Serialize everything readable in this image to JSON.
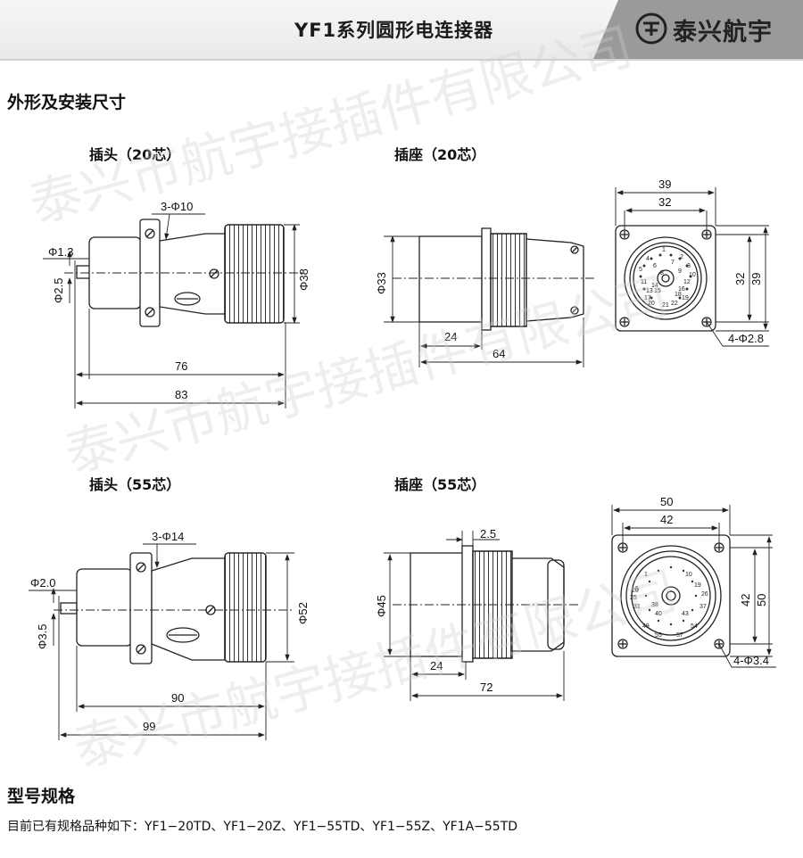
{
  "header": {
    "title": "YF1系列圆形电连接器",
    "brand": "泰兴航宇"
  },
  "sections": {
    "dimensions_title": "外形及安装尺寸",
    "model_title": "型号规格"
  },
  "views": {
    "plug20_label": "插头（20芯）",
    "socket20_label": "插座（20芯）",
    "plug55_label": "插头（55芯）",
    "socket55_label": "插座（55芯）"
  },
  "dims": {
    "plug20": {
      "cable_dia": "Φ1.3",
      "pin_dia": "Φ2.5",
      "screws": "3-Φ10",
      "body_dia": "Φ38",
      "len_inner": "76",
      "len_total": "83"
    },
    "socket20": {
      "body_dia": "Φ33",
      "flange": "24",
      "len_total": "64"
    },
    "flange20": {
      "outer": "39",
      "inner": "32",
      "holes": "4-Φ2.8",
      "v_inner": "32",
      "v_outer": "39"
    },
    "plug55": {
      "cable_dia": "Φ2.0",
      "pin_dia": "Φ3.5",
      "screws": "3-Φ14",
      "body_dia": "Φ52",
      "len_inner": "90",
      "len_total": "99"
    },
    "socket55": {
      "body_dia": "Φ45",
      "gap": "2.5",
      "flange": "24",
      "len_total": "72"
    },
    "flange55": {
      "outer": "50",
      "inner": "42",
      "holes": "4-Φ3.4",
      "v_inner": "42",
      "v_outer": "50"
    }
  },
  "pins20": [
    "1",
    "2",
    "3",
    "4",
    "5",
    "6",
    "7",
    "8",
    "9",
    "10",
    "11",
    "12",
    "13",
    "14",
    "15",
    "16",
    "17",
    "18",
    "19",
    "20",
    "21",
    "22"
  ],
  "pins55": [
    "1",
    "5",
    "10",
    "19",
    "20",
    "25",
    "26",
    "31",
    "37",
    "38",
    "40",
    "43",
    "49",
    "54",
    "55",
    "57"
  ],
  "spec_line": "目前已有规格品种如下：YF1−20TD、YF1−20Z、YF1−55TD、YF1−55Z、YF1A−55TD",
  "watermark": "泰兴市航宇接插件有限公司"
}
